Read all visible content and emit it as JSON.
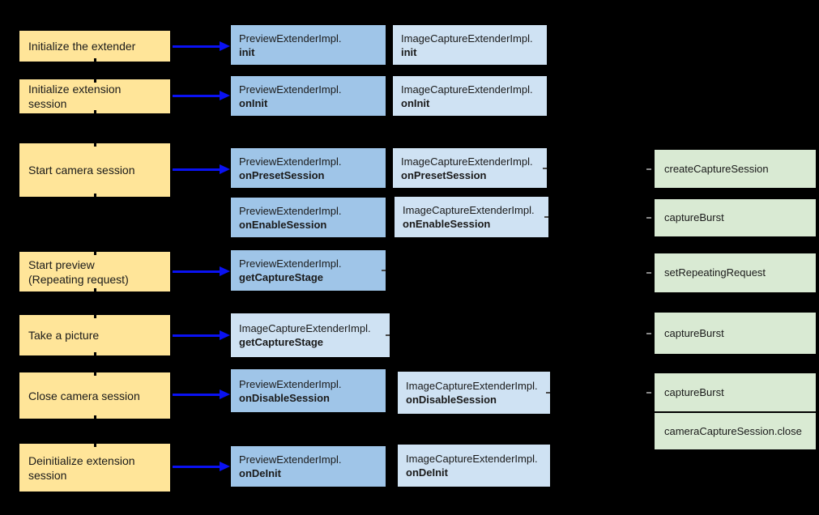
{
  "colors": {
    "background": "#000000",
    "action_box": "#FFE599",
    "preview_extender_box": "#9FC5E8",
    "image_capture_extender_box": "#CFE2F3",
    "camera2_box": "#D9EAD3",
    "arrow": "#0A12F3",
    "text": "#1A1A1A"
  },
  "action_boxes": [
    {
      "line1": "Initialize the extender"
    },
    {
      "line1": "Initialize extension",
      "line2": "session"
    },
    {
      "line1": "Start camera session"
    },
    {
      "line1": "Start preview",
      "line2": "(Repeating request)"
    },
    {
      "line1": "Take a picture"
    },
    {
      "line1": "Close camera session"
    },
    {
      "line1": "Deinitialize extension",
      "line2": "session"
    }
  ],
  "method_boxes": [
    {
      "class_name": "PreviewExtenderImpl.",
      "method": "init"
    },
    {
      "class_name": "ImageCaptureExtenderImpl.",
      "method": "init"
    },
    {
      "class_name": "PreviewExtenderImpl.",
      "method": "onInit"
    },
    {
      "class_name": "ImageCaptureExtenderImpl.",
      "method": "onInit"
    },
    {
      "class_name": "PreviewExtenderImpl.",
      "method": "onPresetSession"
    },
    {
      "class_name": "ImageCaptureExtenderImpl.",
      "method": "onPresetSession"
    },
    {
      "class_name": "PreviewExtenderImpl.",
      "method": "onEnableSession"
    },
    {
      "class_name": "ImageCaptureExtenderImpl.",
      "method": "onEnableSession"
    },
    {
      "class_name": "PreviewExtenderImpl.",
      "method": "getCaptureStage"
    },
    {
      "class_name": "ImageCaptureExtenderImpl.",
      "method": "getCaptureStage"
    },
    {
      "class_name": "PreviewExtenderImpl.",
      "method": "onDisableSession"
    },
    {
      "class_name": "ImageCaptureExtenderImpl.",
      "method": "onDisableSession"
    },
    {
      "class_name": "PreviewExtenderImpl.",
      "method": "onDeInit"
    },
    {
      "class_name": "ImageCaptureExtenderImpl.",
      "method": "onDeInit"
    }
  ],
  "camera2_boxes": [
    {
      "label": "createCaptureSession"
    },
    {
      "label": "captureBurst"
    },
    {
      "label": "setRepeatingRequest"
    },
    {
      "label": "captureBurst"
    },
    {
      "label": "captureBurst"
    },
    {
      "label": "cameraCaptureSession.close"
    }
  ]
}
